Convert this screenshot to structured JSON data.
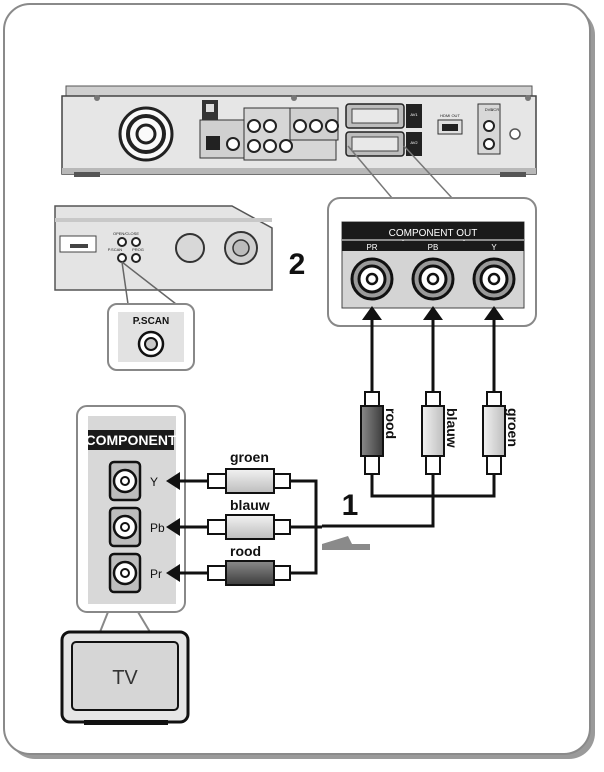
{
  "recorder": {
    "rear_labels": [
      "HDMI OUT",
      "AV1",
      "AV2",
      "DVD",
      "VCR"
    ]
  },
  "front_panel": {
    "button_labels": [
      "OPEN/CLOSE",
      "P.SCAN",
      "PROG"
    ],
    "callout_label": "P.SCAN"
  },
  "component_out": {
    "title": "COMPONENT OUT",
    "jacks": [
      "PR",
      "PB",
      "Y"
    ]
  },
  "tv_input": {
    "title": "COMPONENT",
    "jacks": [
      "Y",
      "Pb",
      "Pr"
    ]
  },
  "tv": {
    "label": "TV"
  },
  "steps": {
    "step1": "1",
    "step2": "2"
  },
  "cables_left": [
    "groen",
    "blauw",
    "rood"
  ],
  "cables_right": [
    "rood",
    "blauw",
    "groen"
  ],
  "colors": {
    "frame": "#8a8a8a",
    "device": "#e4e4e4",
    "dark": "#1a1a1a",
    "arrow": "#8a8a8a"
  }
}
